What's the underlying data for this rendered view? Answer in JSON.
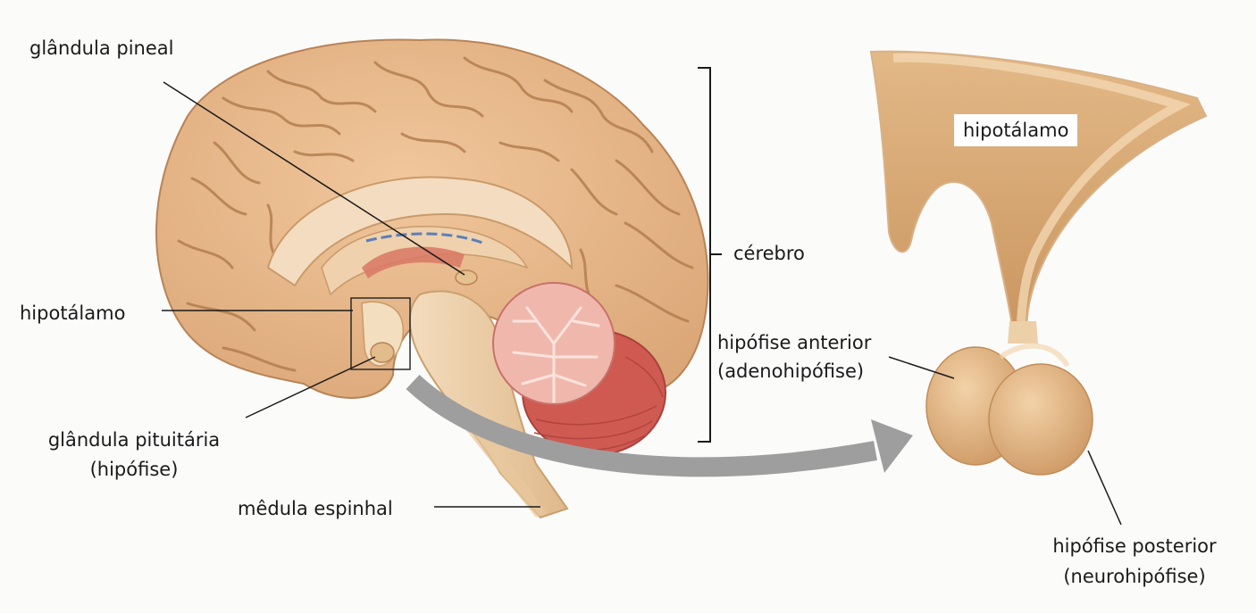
{
  "labels": {
    "pineal": "glândula pineal",
    "hypothalamus_left": "hipotálamo",
    "pituitary_line1": "glândula pituitária",
    "pituitary_line2": "(hipófise)",
    "spinal_cord": "mêdula espinhal",
    "brain": "cérebro",
    "anterior_line1": "hipófise anterior",
    "anterior_line2": "(adenohipófise)",
    "posterior_line1": "hipófise posterior",
    "posterior_line2": "(neurohipófise)",
    "hypothalamus_right": "hipotálamo"
  },
  "colors": {
    "cortex": "#e8b98b",
    "cortex_outline": "#b98356",
    "sulcus": "#b07b4c",
    "inner": "#f4dcc0",
    "cerebellum": "#d25c56",
    "arbor": "#f7d3cd",
    "brainstem": "#efd2aa",
    "pituitary": "#dcae78",
    "arrow": "#9e9e9e",
    "ink": "#1a1a1a"
  }
}
